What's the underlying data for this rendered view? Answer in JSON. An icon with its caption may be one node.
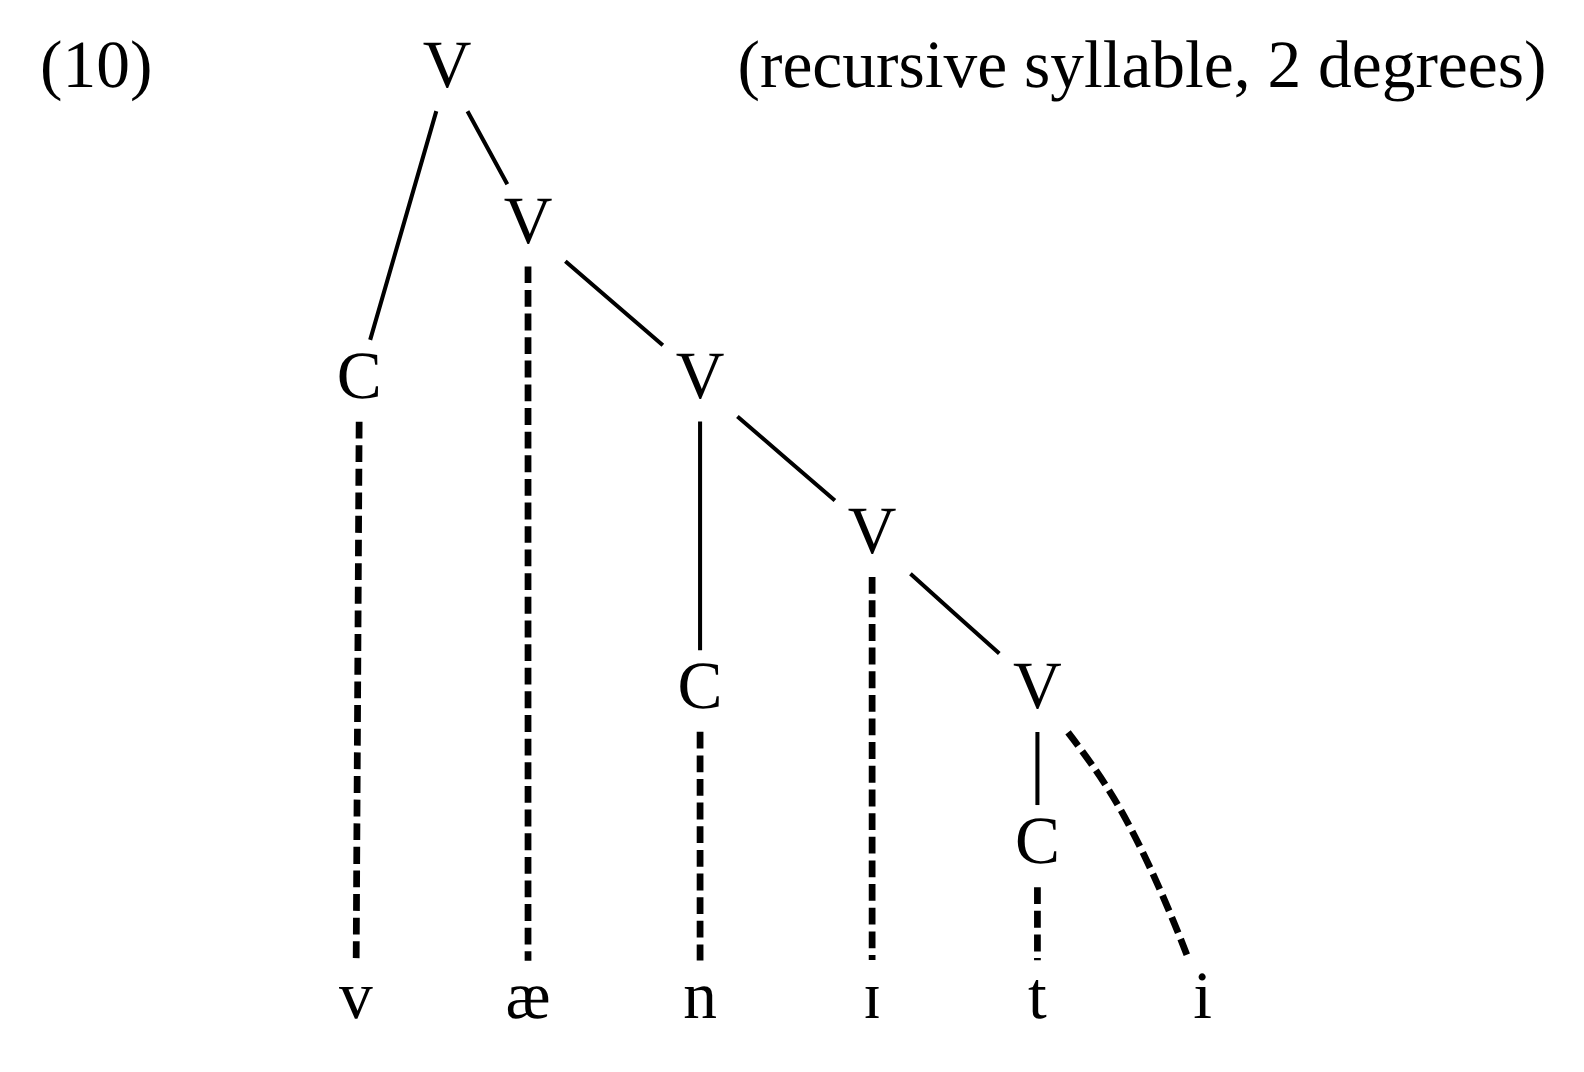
{
  "diagram": {
    "nodes": [
      {
        "text": [
          "V"
        ]
      },
      {
        "text": [
          "V"
        ]
      },
      {
        "text": [
          "C"
        ]
      },
      {
        "text": [
          "V"
        ]
      },
      {
        "text": [
          "V"
        ]
      },
      {
        "text": [
          "C"
        ]
      },
      {
        "text": [
          "V"
        ]
      },
      {
        "text": [
          "C"
        ]
      },
      {
        "text": [
          "v"
        ]
      },
      {
        "text": [
          "æ"
        ]
      },
      {
        "text": [
          "n"
        ]
      },
      {
        "text": [
          "ɪ"
        ]
      },
      {
        "text": [
          "t"
        ]
      },
      {
        "text": [
          "i"
        ]
      }
    ],
    "edges": [
      {
        "from": 0,
        "to": 2,
        "arrow": "none"
      },
      {
        "from": 0,
        "to": 1,
        "arrow": "none"
      },
      {
        "from": 2,
        "to": 8,
        "arrow": "none",
        "style": "dashed"
      },
      {
        "from": 1,
        "to": 9,
        "arrow": "none",
        "style": "dashed"
      },
      {
        "from": 1,
        "to": 3,
        "arrow": "none"
      },
      {
        "from": 3,
        "to": 5,
        "arrow": "none"
      },
      {
        "from": 3,
        "to": 4,
        "arrow": "none"
      },
      {
        "from": 5,
        "to": 10,
        "arrow": "none",
        "style": "dashed"
      },
      {
        "from": 4,
        "to": 11,
        "arrow": "none",
        "style": "dashed"
      },
      {
        "from": 4,
        "to": 6,
        "arrow": "none"
      },
      {
        "from": 6,
        "to": 7,
        "arrow": "none"
      },
      {
        "from": 7,
        "to": 12,
        "arrow": "none",
        "style": "dashed"
      },
      {
        "from": 6,
        "to": 13,
        "arrow": "none",
        "style": "dashed"
      }
    ],
    "labels": [
      "(10)",
      "(recursive syllable, 2 degrees)"
    ]
  }
}
